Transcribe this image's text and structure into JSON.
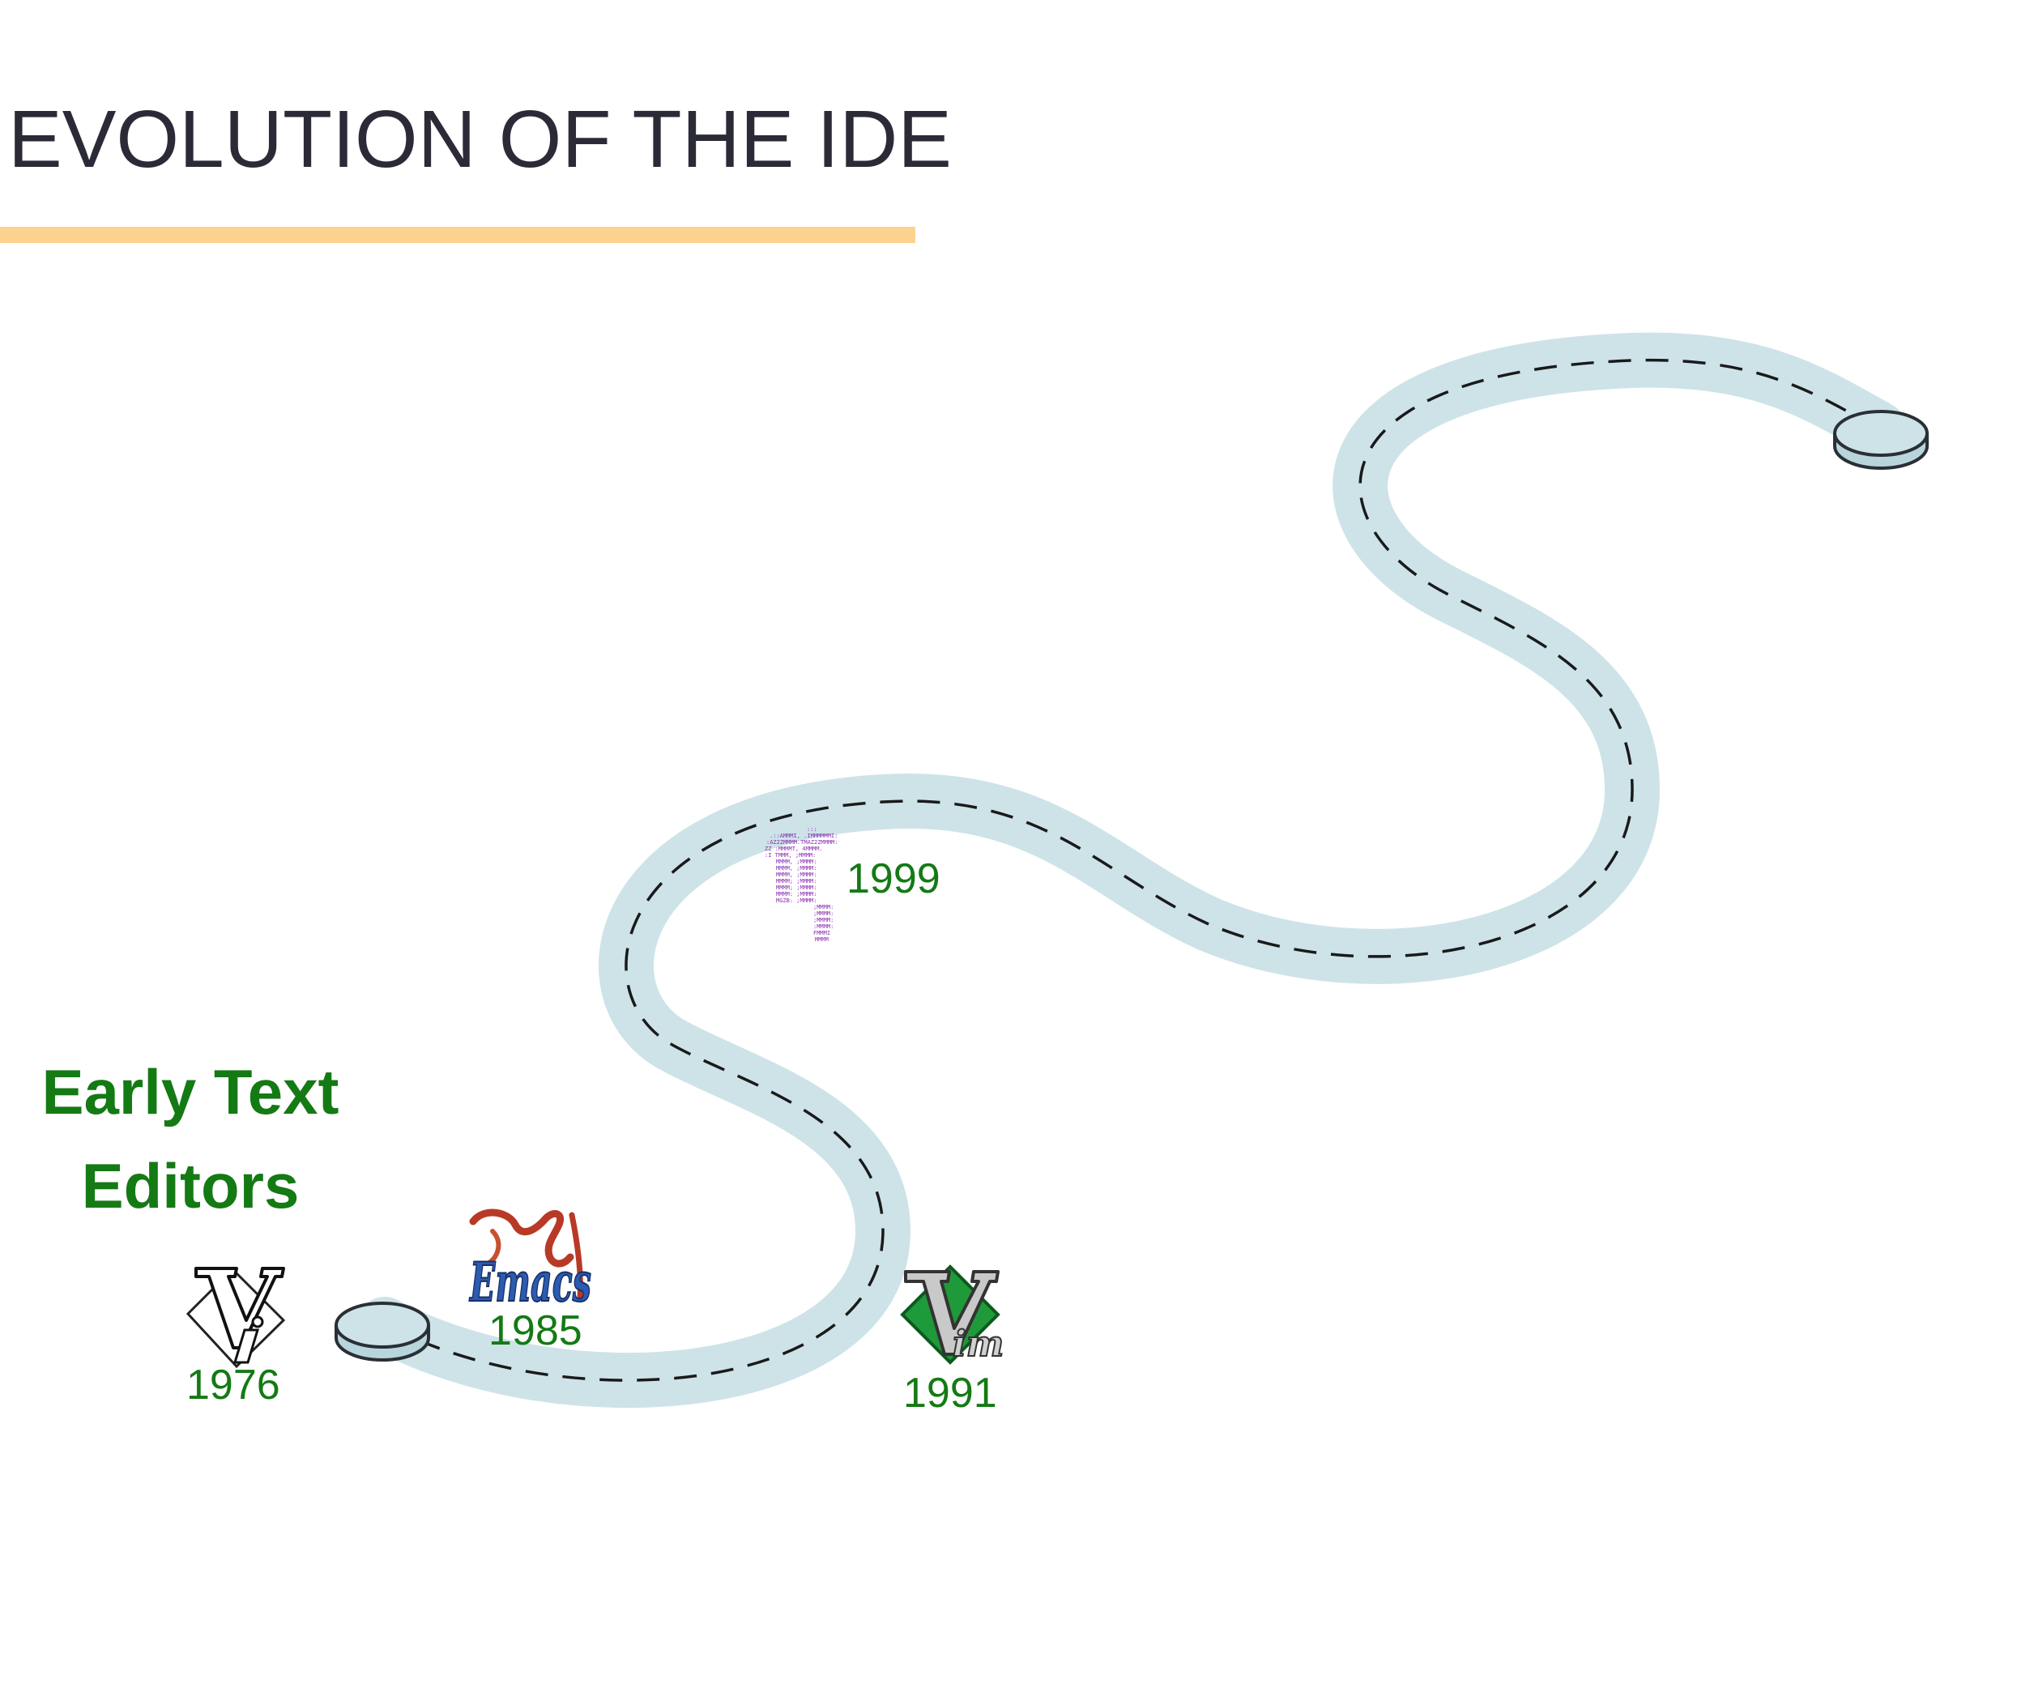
{
  "header": {
    "title": "EVOLUTION OF THE IDE"
  },
  "roadmap": {
    "section_label": "Early Text Editors",
    "milestones": [
      {
        "year": "1976",
        "logo": "vi-logo-icon",
        "logo_text": "Vi"
      },
      {
        "year": "1985",
        "logo": "emacs-logo-icon",
        "logo_text": "Emacs"
      },
      {
        "year": "1991",
        "logo": "vim-logo-icon",
        "logo_text": "Vim"
      },
      {
        "year": "1999",
        "logo": "ascii-art-logo-icon",
        "logo_text": ""
      }
    ]
  },
  "colors": {
    "title_text": "#2b2b38",
    "title_underline": "#fbd38e",
    "road": "#cde3e8",
    "road_dash": "#1a1a1a",
    "milestone_text": "#147a14",
    "endpoint_fill": "#cde3e8",
    "endpoint_stroke": "#2a2f36"
  }
}
